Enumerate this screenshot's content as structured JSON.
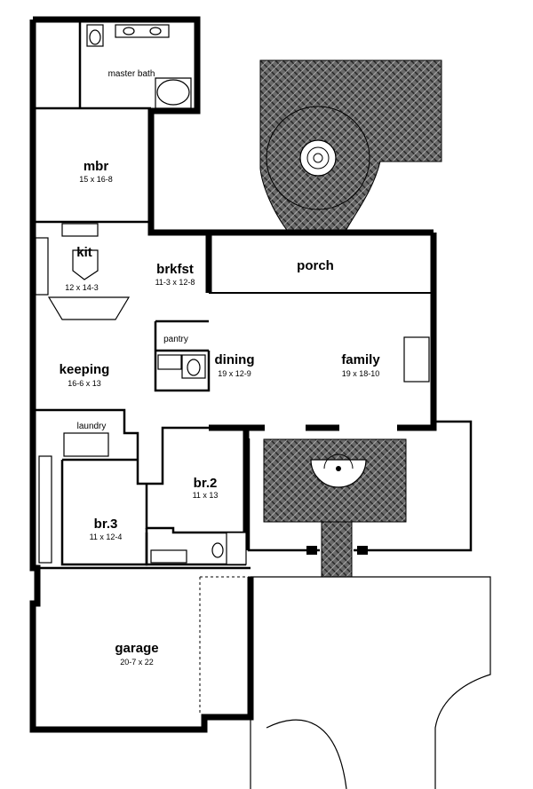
{
  "rooms": {
    "master_bath": {
      "name": "master bath"
    },
    "mbr": {
      "name": "mbr",
      "dims": "15 x 16-8"
    },
    "kit": {
      "name": "kit",
      "dims": "12 x 14-3"
    },
    "brkfst": {
      "name": "brkfst",
      "dims": "11-3 x 12-8"
    },
    "porch": {
      "name": "porch"
    },
    "pantry": {
      "name": "pantry"
    },
    "dining": {
      "name": "dining",
      "dims": "19 x 12-9"
    },
    "family": {
      "name": "family",
      "dims": "19 x 18-10"
    },
    "keeping": {
      "name": "keeping",
      "dims": "16-6 x 13"
    },
    "laundry": {
      "name": "laundry"
    },
    "br2": {
      "name": "br.2",
      "dims": "11 x 13"
    },
    "br3": {
      "name": "br.3",
      "dims": "11 x 12-4"
    },
    "garage": {
      "name": "garage",
      "dims": "20-7 x 22"
    }
  },
  "colors": {
    "wall": "#000000",
    "paving": "#555555",
    "background": "#ffffff"
  }
}
